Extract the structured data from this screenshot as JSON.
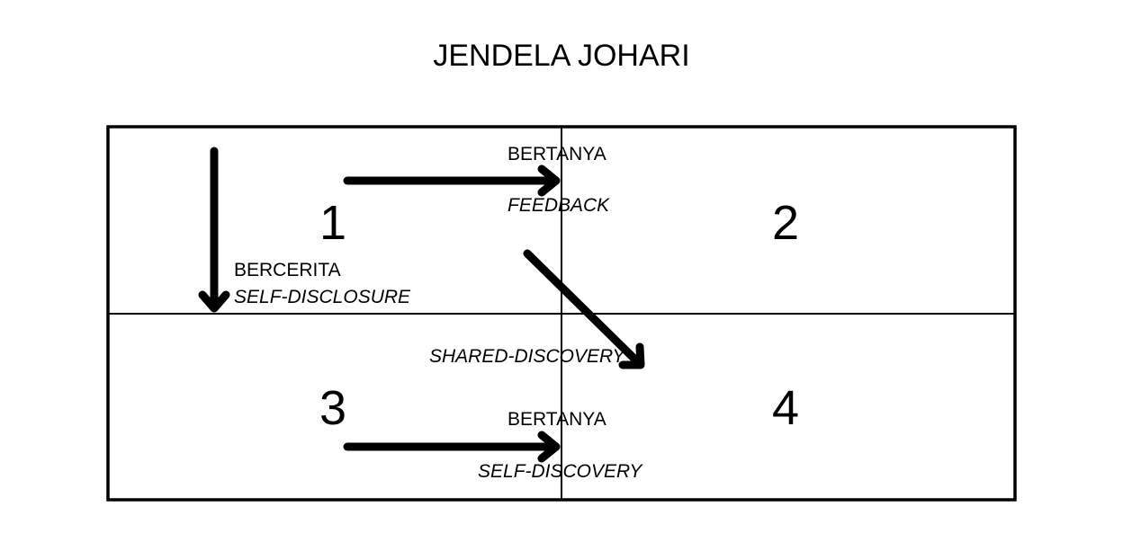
{
  "title": "JENDELA JOHARI",
  "quadrants": [
    {
      "number": "1"
    },
    {
      "number": "2"
    },
    {
      "number": "3"
    },
    {
      "number": "4"
    }
  ],
  "labels": {
    "ask_top": "BERTANYA",
    "feedback": "FEEDBACK",
    "tell": "BERCERITA",
    "self_disclosure": "SELF-DISCLOSURE",
    "shared_discovery": "SHARED-DISCOVERY",
    "ask_bottom": "BERTANYA",
    "self_discovery": "SELF-DISCOVERY"
  }
}
